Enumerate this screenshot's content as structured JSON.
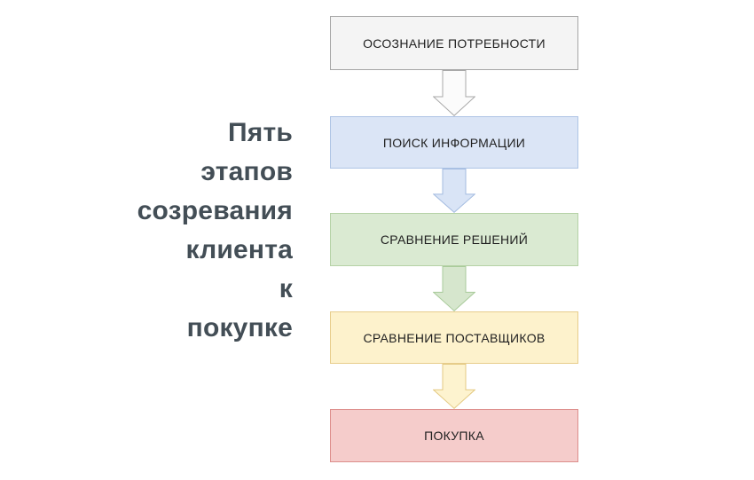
{
  "title": {
    "lines": [
      "Пять",
      "этапов",
      "созревания",
      "клиента",
      "к",
      "покупке"
    ],
    "full_text": "Пять этапов созревания клиента к покупке",
    "color": "#434e56"
  },
  "flowchart": {
    "text_color": "#212121",
    "stages": [
      {
        "label": "ОСОЗНАНИЕ ПОТРЕБНОСТИ",
        "fill": "#f4f4f4",
        "border": "#a6a6a6"
      },
      {
        "label": "ПОИСК ИНФОРМАЦИИ",
        "fill": "#dbe5f6",
        "border": "#aec4e5"
      },
      {
        "label": "СРАВНЕНИЕ РЕШЕНИЙ",
        "fill": "#daead2",
        "border": "#b5d2a6"
      },
      {
        "label": "СРАВНЕНИЕ ПОСТАВЩИКОВ",
        "fill": "#fdf2cc",
        "border": "#e7cd8c"
      },
      {
        "label": "ПОКУПКА",
        "fill": "#f5cccb",
        "border": "#dd8e8c"
      }
    ],
    "arrows": [
      {
        "fill": "#fbfbfb",
        "stroke": "#a8a8a8"
      },
      {
        "fill": "#d9e4f6",
        "stroke": "#a3bbe0"
      },
      {
        "fill": "#d6e6cd",
        "stroke": "#a9cb9b"
      },
      {
        "fill": "#fdf3cf",
        "stroke": "#e4ca83"
      }
    ]
  }
}
